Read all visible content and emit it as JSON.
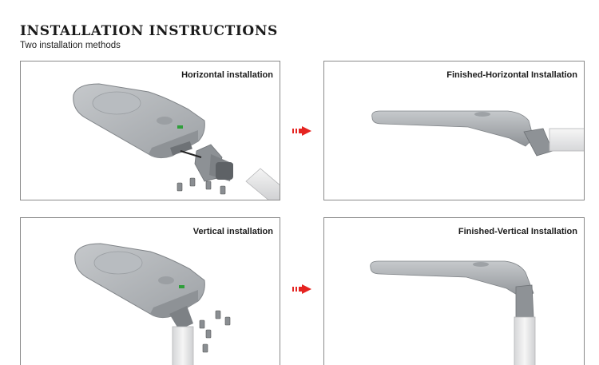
{
  "header": {
    "title": "INSTALLATION INSTRUCTIONS",
    "subtitle": "Two installation methods"
  },
  "panels": [
    {
      "label": "Horizontal installation"
    },
    {
      "label": "Finished-Horizontal Installation"
    },
    {
      "label": "Vertical installation"
    },
    {
      "label": "Finished-Vertical Installation"
    }
  ],
  "colors": {
    "arrow": "#e52421",
    "lamp_body": "#a9adb1",
    "pole": "#e6e7e8",
    "border": "#8a8a8a"
  },
  "icons": {
    "step_arrow": "red-right-arrow-icon"
  }
}
